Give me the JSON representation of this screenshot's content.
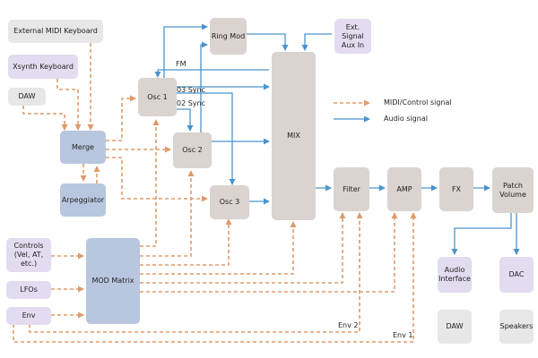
{
  "colors": {
    "gray": "#e7e7e7",
    "violet": "#e3dbef",
    "blue": "#b8c7df",
    "taupe": "#dbd3cf",
    "midi_line": "#de9b6a",
    "audio_line": "#4a94cc"
  },
  "nodes": {
    "ext_midi": "External MIDI Keyboard",
    "xsynth": "Xsynth Keyboard",
    "daw_in": "DAW",
    "merge": "Merge",
    "arp": "Arpeggiator",
    "controls": "Controls\n(Vel, AT,\netc.)",
    "lfos": "LFOs",
    "env": "Env",
    "mod_matrix": "MOD Matrix",
    "osc1": "Osc 1",
    "osc2": "Osc 2",
    "osc3": "Osc 3",
    "ringmod": "Ring Mod",
    "ext_signal": "Ext. Signal\nAux In",
    "mix": "MIX",
    "filter": "Filter",
    "amp": "AMP",
    "fx": "FX",
    "patch_volume": "Patch\nVolume",
    "audio_interface": "Audio\nInterface",
    "dac": "DAC",
    "daw_out": "DAW",
    "speakers": "Speakers"
  },
  "labels": {
    "fm": "FM",
    "sync3": "03 Sync",
    "sync2": "02 Sync",
    "env2": "Env 2",
    "env1": "Env 1"
  },
  "legend": {
    "midi": "MIDI/Control signal",
    "audio": "Audio signal"
  }
}
